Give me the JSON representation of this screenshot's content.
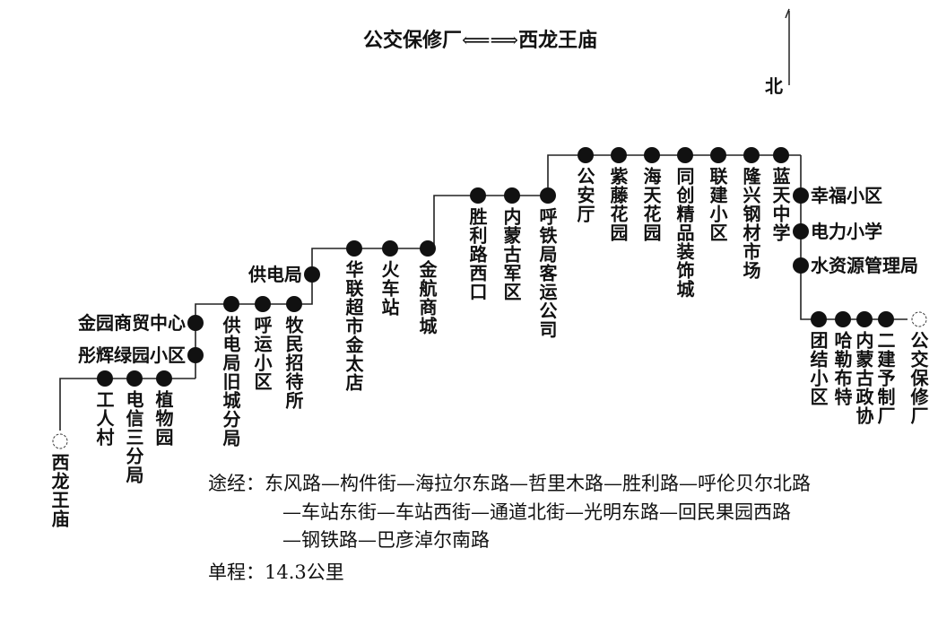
{
  "header": {
    "from": "公交保修厂",
    "arrow": "⟸⟹",
    "to": "西龙王庙"
  },
  "compass": {
    "label": "北"
  },
  "stops": [
    "西龙王庙",
    "工人村",
    "电信三分局",
    "植物园",
    "彤辉绿园小区",
    "金园商贸中心",
    "供电局旧城分局",
    "呼运小区",
    "牧民招待所",
    "供电局",
    "华联超市金太店",
    "火车站",
    "金航商城",
    "胜利路西口",
    "内蒙古军区",
    "呼铁局客运公司",
    "公安厅",
    "紫藤花园",
    "海天花园",
    "同创精品装饰城",
    "联建小区",
    "隆兴钢材市场",
    "蓝天中学",
    "幸福小区",
    "电力小学",
    "水资源管理局",
    "团结小区",
    "哈勒布特",
    "内蒙古政协",
    "二建予制厂",
    "公交保修厂"
  ],
  "route": {
    "label": "途经：",
    "lines": [
      "东风路—构件街—海拉尔东路—哲里木路—胜利路—呼伦贝尔北路",
      "—车站东街—车站西街—通道北街—光明东路—回民果园西路",
      "—钢铁路—巴彦淖尔南路"
    ]
  },
  "distance": {
    "label": "单程：",
    "value": "14.3公里"
  }
}
